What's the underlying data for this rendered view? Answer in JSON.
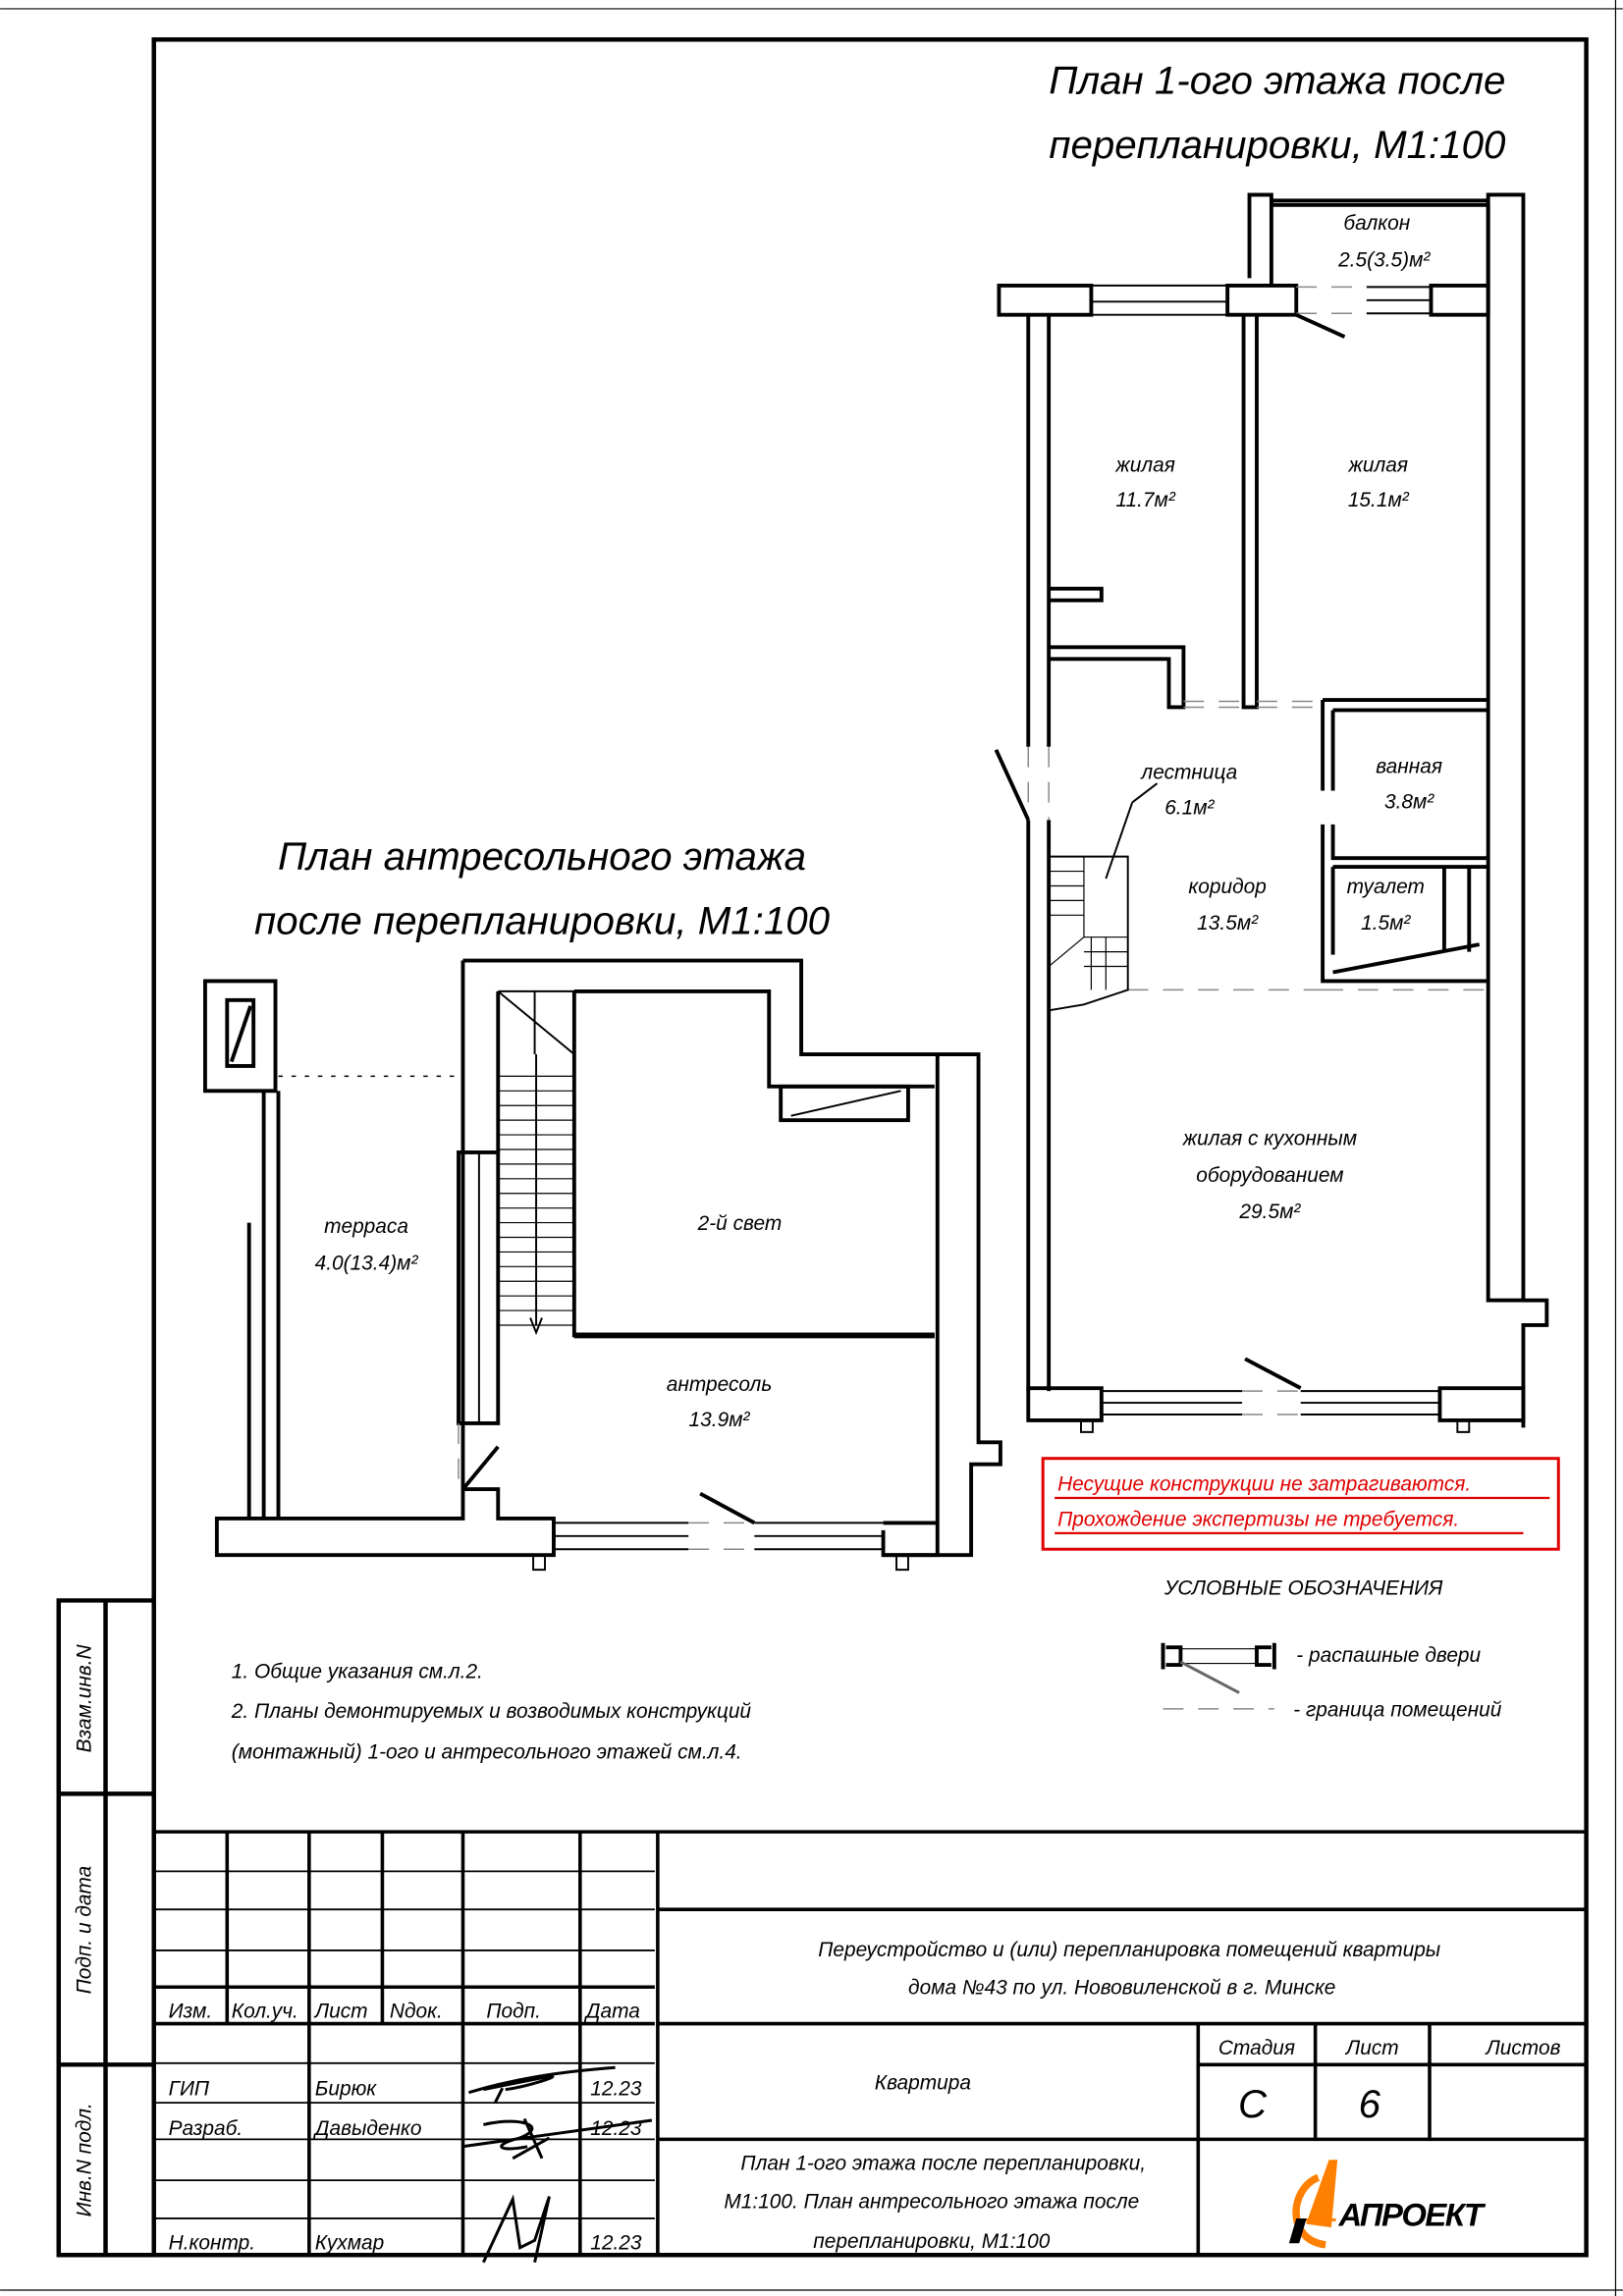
{
  "plan1": {
    "title_line1": "План 1-ого этажа после",
    "title_line2": "перепланировки, М1:100",
    "rooms": [
      {
        "name": "балкон",
        "area": "2.5(3.5)м²"
      },
      {
        "name": "жилая",
        "area": "11.7м²"
      },
      {
        "name": "жилая",
        "area": "15.1м²"
      },
      {
        "name": "лестница",
        "area": "6.1м²"
      },
      {
        "name": "ванная",
        "area": "3.8м²"
      },
      {
        "name": "коридор",
        "area": "13.5м²"
      },
      {
        "name": "туалет",
        "area": "1.5м²"
      },
      {
        "name": "жилая с кухонным",
        "name2": "оборудованием",
        "area": "29.5м²"
      }
    ]
  },
  "plan2": {
    "title_line1": "План антресольного этажа",
    "title_line2": "после перепланировки, М1:100",
    "rooms": [
      {
        "name": "терраса",
        "area": "4.0(13.4)м²"
      },
      {
        "name": "2-й свет"
      },
      {
        "name": "антресоль",
        "area": "13.9м²"
      }
    ]
  },
  "notes": [
    "1.  Общие указания см.л.2.",
    "2.  Планы демонтируемых и возводимых конструкций",
    "(монтажный) 1-ого и антресольного этажей см.л.4."
  ],
  "warning": {
    "line1": "Несущие конструкции не затрагиваются.",
    "line2": "Прохождение экспертизы не требуется.",
    "color": "#e00000"
  },
  "legend": {
    "title": "УСЛОВНЫЕ ОБОЗНАЧЕНИЯ",
    "items": [
      "- распашные двери",
      "- граница помещений"
    ]
  },
  "side_stamp": [
    "Взам.инв.N",
    "Подп. и дата",
    "Инв.N подл."
  ],
  "title_block": {
    "headers": [
      "Изм.",
      "Кол.уч.",
      "Лист",
      "Nдок.",
      "Подп.",
      "Дата"
    ],
    "signers": [
      {
        "role": "ГИП",
        "name": "Бирюк",
        "date": "12.23"
      },
      {
        "role": "Разраб.",
        "name": "Давыденко",
        "date": "12.23"
      },
      {
        "role": "Н.контр.",
        "name": "Кухмар",
        "date": "12.23"
      }
    ],
    "project_line1": "Переустройство и (или) перепланировка помещений квартиры",
    "project_line2": "дома №43 по ул. Нововиленской в г. Минске",
    "object": "Квартира",
    "stage_label": "Стадия",
    "sheet_label": "Лист",
    "sheets_label": "Листов",
    "stage": "С",
    "sheet": "6",
    "sheets": "",
    "drawing_line1": "План 1-ого этажа после перепланировки,",
    "drawing_line2": "М1:100. План антресольного этажа после",
    "drawing_line3": "перепланировки, М1:100",
    "logo_text": "АПРОЕКТ",
    "logo_color": "#ff7f00"
  }
}
